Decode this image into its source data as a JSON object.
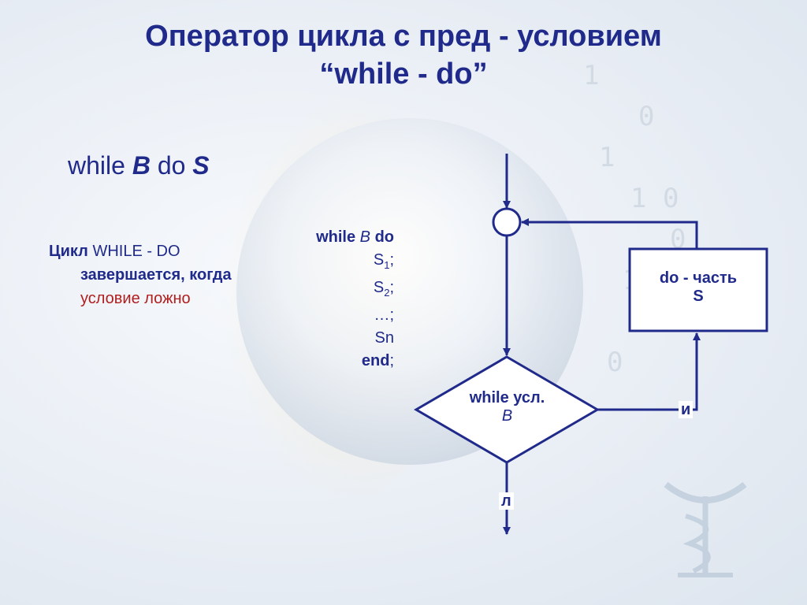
{
  "title": {
    "line1": "Оператор цикла с пред - условием",
    "line2": "“while - do”"
  },
  "syntax": {
    "kw1": "while",
    "cond": "B",
    "kw2": "do",
    "stmt": "S"
  },
  "description": {
    "bold_word": "Цикл",
    "rest": "WHILE - DO",
    "line2": "завершается, когда",
    "line3": "условие ложно"
  },
  "code": {
    "line1_kw": "while",
    "line1_cond": "B",
    "line1_do": "do",
    "s1": "S",
    "s1_sub": "1",
    "s1_end": ";",
    "s2": "S",
    "s2_sub": "2",
    "s2_end": ";",
    "dots": "…;",
    "sn": "Sn",
    "end_kw": "end",
    "end_semicolon": ";"
  },
  "flowchart": {
    "decision_line1": "while усл.",
    "decision_line2": "B",
    "process_line1": "do - часть",
    "process_line2": "S",
    "true_label": "и",
    "false_label": "л"
  },
  "colors": {
    "primary": "#1f2a8a",
    "accent_red": "#b01e1e"
  },
  "background": {
    "digits": [
      "1",
      "0",
      "1",
      "1 0",
      "0",
      "1",
      "1",
      "0"
    ]
  }
}
